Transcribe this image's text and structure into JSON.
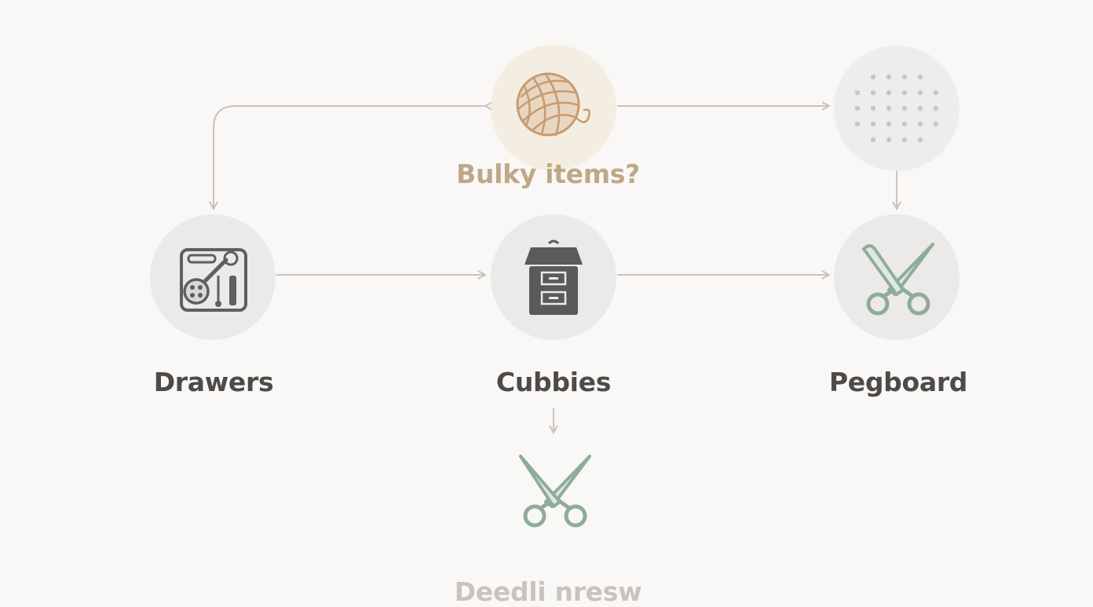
{
  "nodes": {
    "bulky": {
      "label": "Bulky items?",
      "icon": "yarn-ball-icon"
    },
    "drawers": {
      "label": "Drawers",
      "icon": "sewing-kit-icon"
    },
    "cubbies": {
      "label": "Cubbies",
      "icon": "storage-cabinet-icon"
    },
    "pegboard": {
      "label": "Pegboard",
      "icon": "scissors-icon"
    },
    "pegboard_top": {
      "label": "",
      "icon": "pegboard-dots-icon"
    },
    "bottom": {
      "label": "Deedli nresw",
      "icon": "scissors-icon"
    }
  },
  "colors": {
    "background": "#f9f8f6",
    "circle": "#ebeae8",
    "bulky_circle": "#f3ece0",
    "connector": "#c9c2bc",
    "label_dark": "#4d4a48",
    "label_accent": "#b9a07c",
    "icon_gray": "#5f5f5f",
    "yarn": "#c89a70",
    "scissors": "#8fac97"
  }
}
